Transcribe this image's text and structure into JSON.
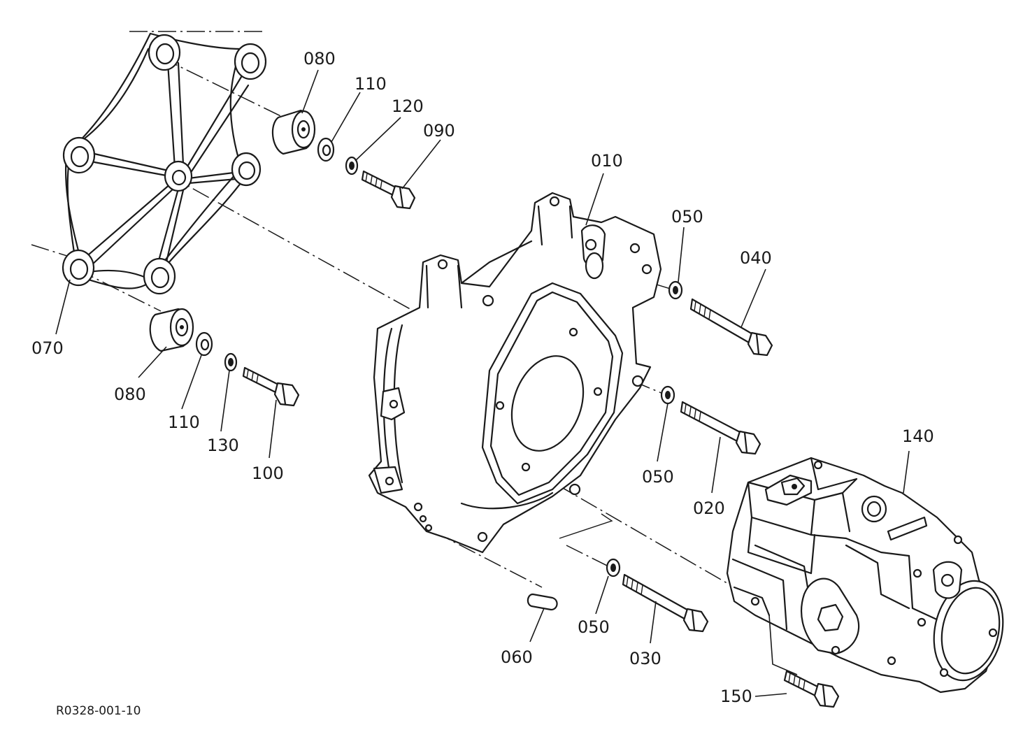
{
  "drawing_ref": "R0328-001-10",
  "parts": [
    {
      "id": "housing",
      "number": "010"
    },
    {
      "id": "bolt-020",
      "number": "020"
    },
    {
      "id": "bolt-030",
      "number": "030"
    },
    {
      "id": "bolt-040",
      "number": "040"
    },
    {
      "id": "washer-050-top",
      "number": "050"
    },
    {
      "id": "washer-050-mid",
      "number": "050"
    },
    {
      "id": "washer-050-bottom",
      "number": "050"
    },
    {
      "id": "pin-060",
      "number": "060"
    },
    {
      "id": "bracket-070",
      "number": "070"
    },
    {
      "id": "bushing-080-top",
      "number": "080"
    },
    {
      "id": "bushing-080-bottom",
      "number": "080"
    },
    {
      "id": "bolt-090",
      "number": "090"
    },
    {
      "id": "bolt-100",
      "number": "100"
    },
    {
      "id": "washer-110-top",
      "number": "110"
    },
    {
      "id": "washer-110-bottom",
      "number": "110"
    },
    {
      "id": "washer-120",
      "number": "120"
    },
    {
      "id": "washer-130",
      "number": "130"
    },
    {
      "id": "pump-140",
      "number": "140"
    },
    {
      "id": "bolt-150",
      "number": "150"
    }
  ]
}
